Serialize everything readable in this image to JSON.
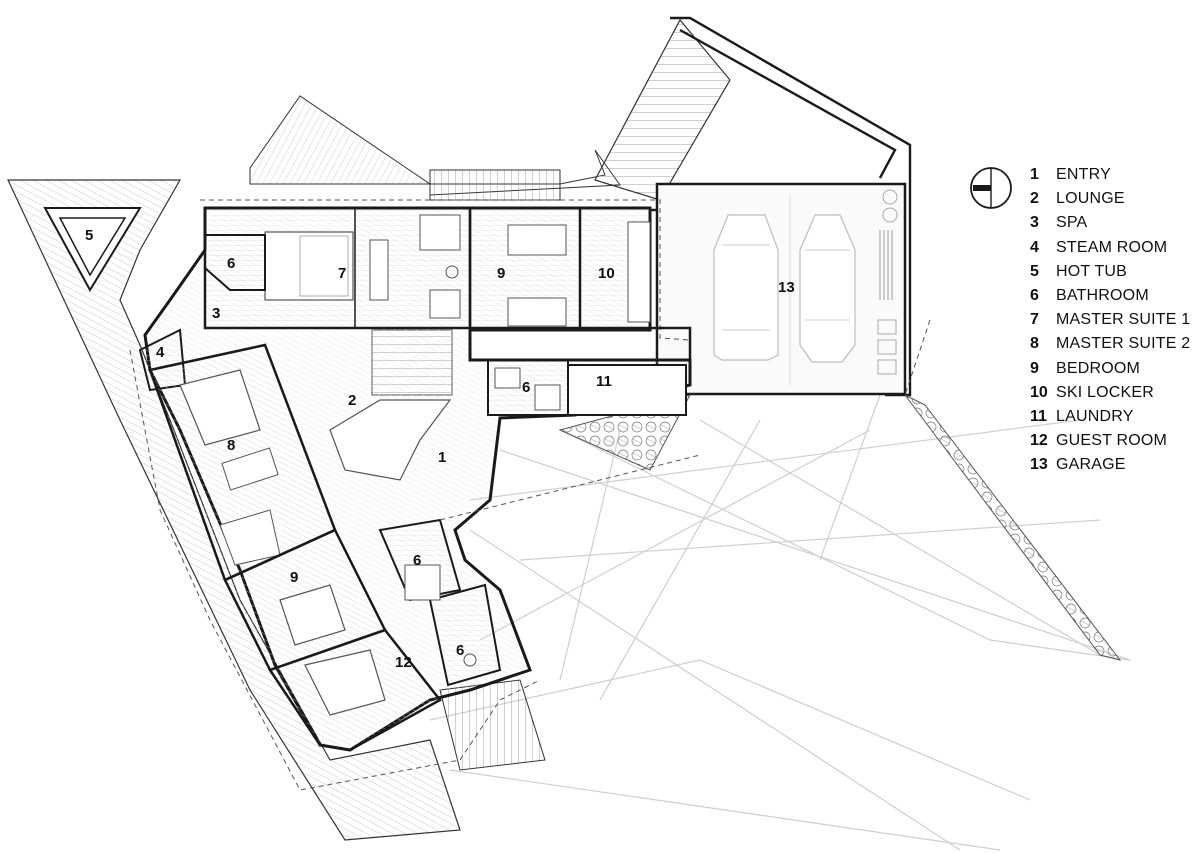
{
  "rooms": [
    {
      "number": "1",
      "name": "ENTRY"
    },
    {
      "number": "2",
      "name": "LOUNGE"
    },
    {
      "number": "3",
      "name": "SPA"
    },
    {
      "number": "4",
      "name": "STEAM ROOM"
    },
    {
      "number": "5",
      "name": "HOT TUB"
    },
    {
      "number": "6",
      "name": "BATHROOM"
    },
    {
      "number": "7",
      "name": "MASTER SUITE 1"
    },
    {
      "number": "8",
      "name": "MASTER SUITE 2"
    },
    {
      "number": "9",
      "name": "BEDROOM"
    },
    {
      "number": "10",
      "name": "SKI LOCKER"
    },
    {
      "number": "11",
      "name": "LAUNDRY"
    },
    {
      "number": "12",
      "name": "GUEST ROOM"
    },
    {
      "number": "13",
      "name": "GARAGE"
    }
  ],
  "plan_labels": {
    "entry": "1",
    "lounge": "2",
    "spa": "3",
    "steam_room": "4",
    "hot_tub": "5",
    "bathroom_a": "6",
    "bathroom_b": "6",
    "bathroom_c": "6",
    "bathroom_d": "6",
    "master_suite_1": "7",
    "master_suite_2": "8",
    "bedroom_a": "9",
    "bedroom_b": "9",
    "ski_locker": "10",
    "laundry": "11",
    "guest_room": "12",
    "garage": "13"
  },
  "colors": {
    "wall": "#1a1a1a",
    "line": "#666666",
    "light_line": "#c8c8c8",
    "hatch": "#b0b0b0",
    "background": "#ffffff"
  },
  "icons": {
    "north_arrow": "north-arrow-icon"
  }
}
